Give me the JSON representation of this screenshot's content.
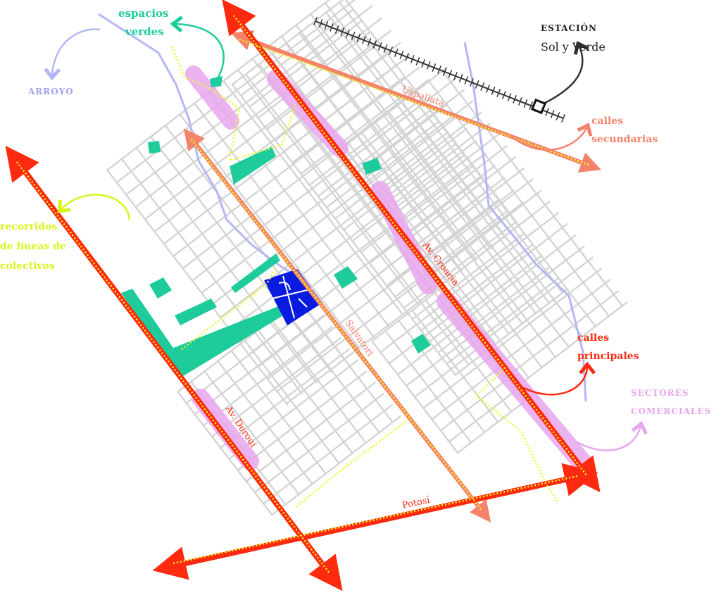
{
  "legend": {
    "espacios_verdes": [
      "espacios",
      "verdes"
    ],
    "arroyo": "ARROYO",
    "estacion": [
      "ESTACIÓN",
      "Sol y Verde"
    ],
    "calles_secundarias": [
      "calles",
      "secundarias"
    ],
    "recorridos": [
      "recorridos",
      "de líneas de",
      "colectivos"
    ],
    "calles_principales": [
      "calles",
      "principales"
    ],
    "sectores_comerciales": [
      "SECTORES",
      "COMERCIALES"
    ]
  },
  "streets": {
    "uspallata": "Uspallata",
    "croacia": "Av. Croacia",
    "salvatori": "Salvatori",
    "deroui": "Av. Deroui",
    "potosi": "Potosí"
  },
  "colors": {
    "principal": "#ff2a10",
    "secundaria": "#f5836b",
    "verde": "#1ecb9b",
    "arroyo": "#b3b8f5",
    "comercial": "#e9a6ef",
    "colectivo": "#eaff1a",
    "plaza": "#0a1be0",
    "estacion": "#333333"
  }
}
